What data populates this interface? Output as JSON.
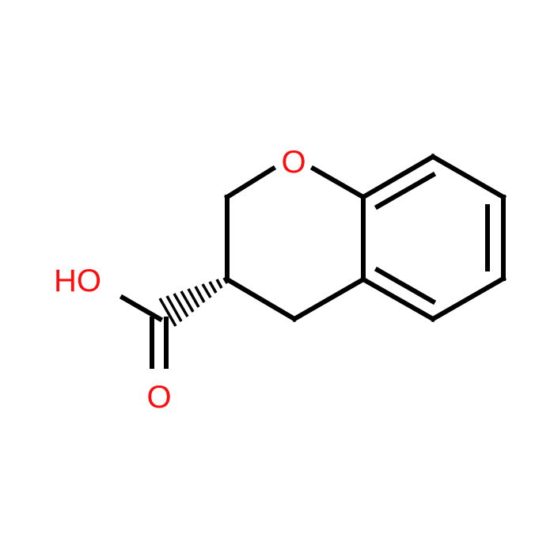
{
  "molecule": {
    "atoms": {
      "ring_oxygen": "O",
      "hydroxyl": "HO",
      "carbonyl_oxygen": "O"
    },
    "colors": {
      "bond": "#000000",
      "heteroatom": "#ff0d0d",
      "background": "#ffffff"
    },
    "stereo": "hashed-wedge"
  }
}
